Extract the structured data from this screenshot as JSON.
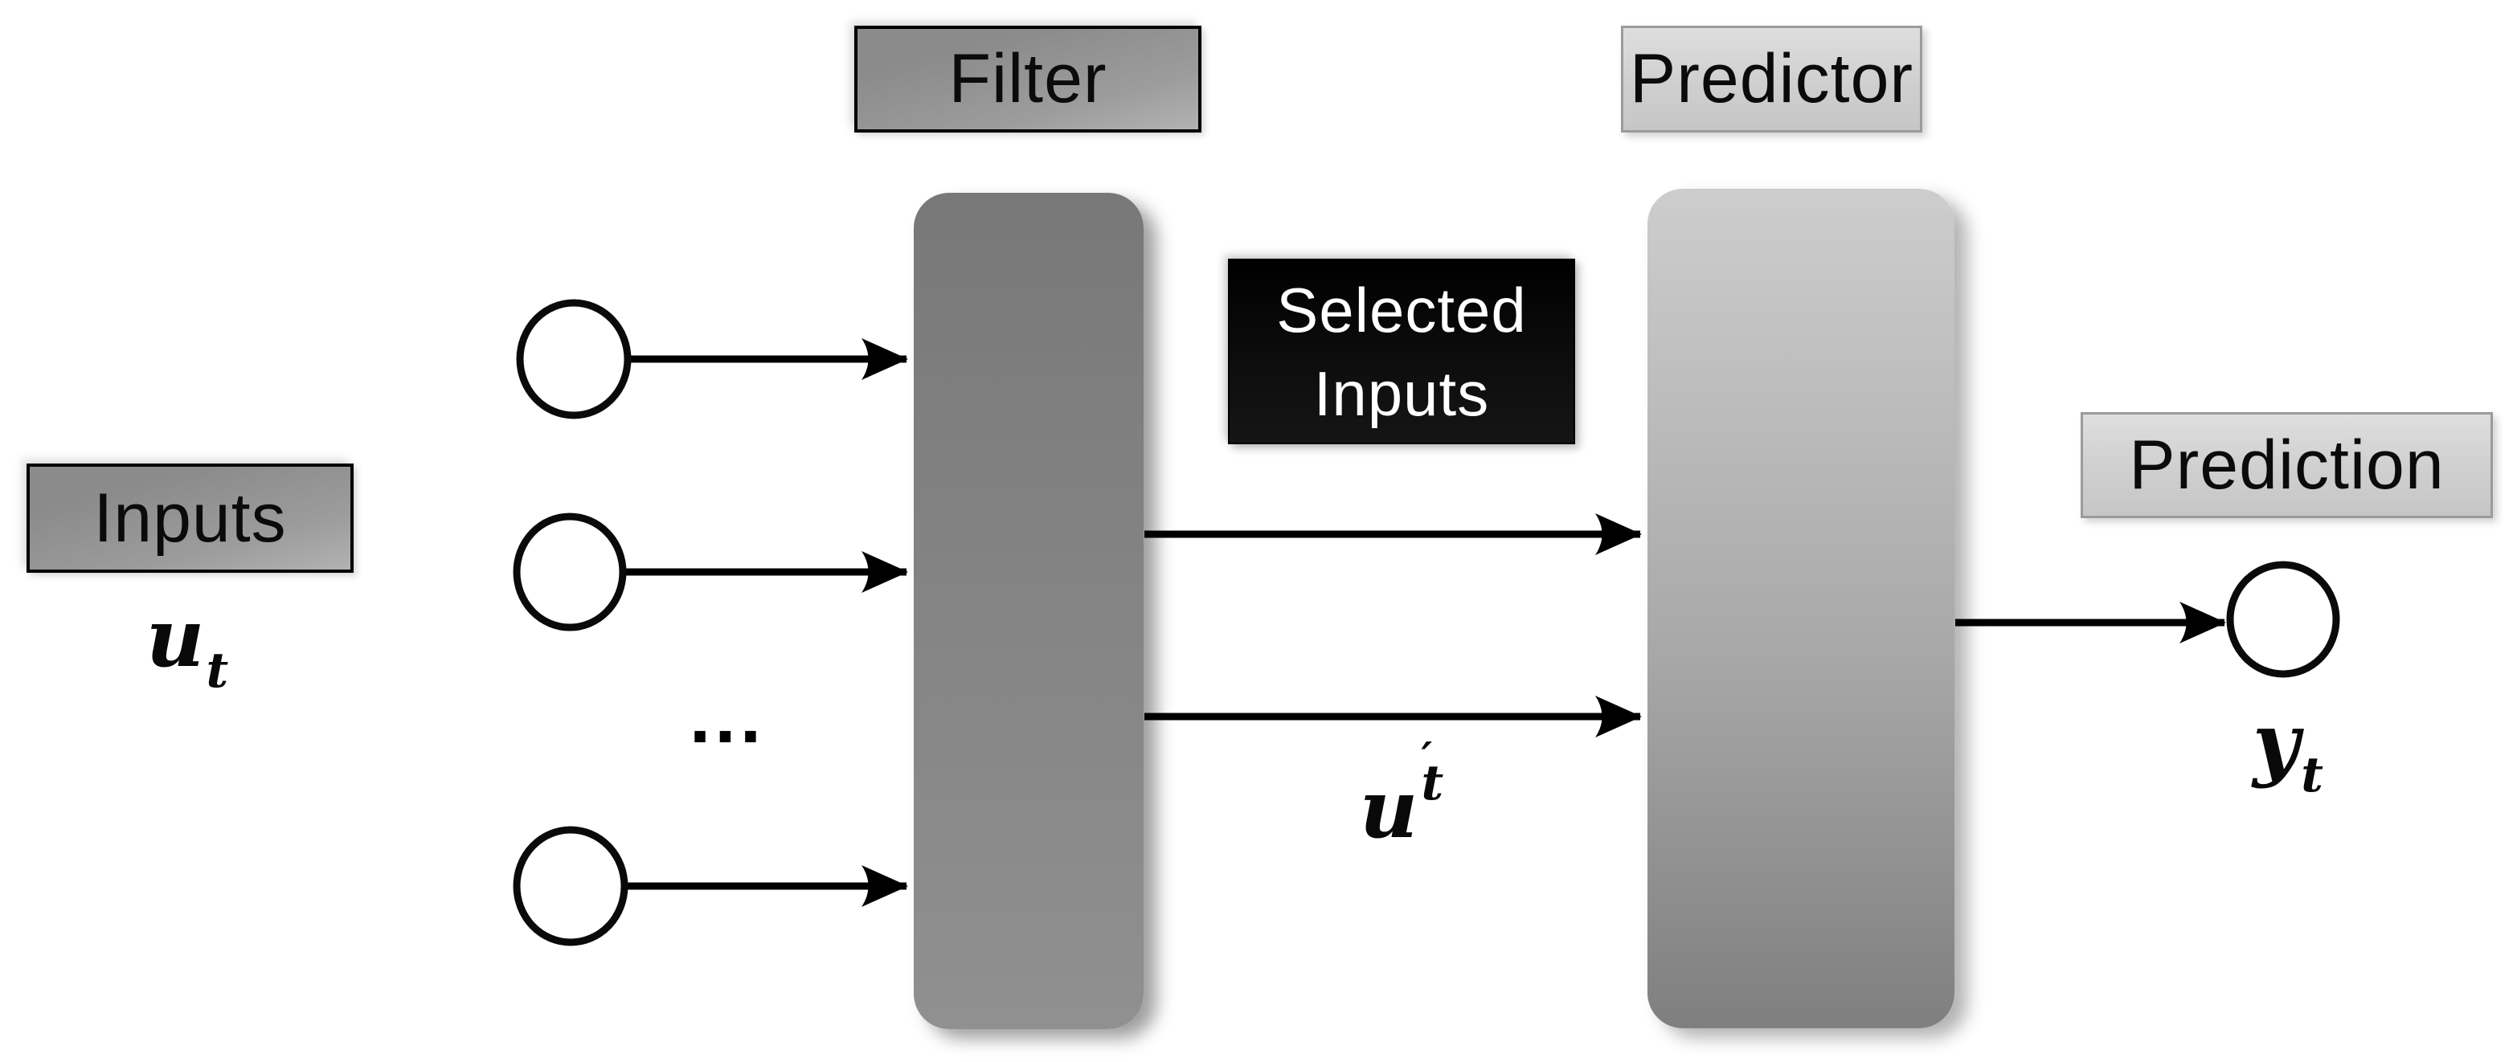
{
  "diagram": {
    "title_implied": "Filter–Predictor input selection pipeline",
    "labels": {
      "inputs": "Inputs",
      "filter": "Filter",
      "selected_line1": "Selected",
      "selected_line2": "Inputs",
      "predictor": "Predictor",
      "prediction": "Prediction",
      "ellipsis": "..."
    },
    "math": {
      "input_vector": {
        "base": "u",
        "sub": "t"
      },
      "selected_vector": {
        "base": "u",
        "prime": "′",
        "sub": "t"
      },
      "output_vector": {
        "base": "y",
        "sub": "t"
      }
    },
    "colors": {
      "background": "#ffffff",
      "dark_label_box": "#8f8f8f",
      "light_label_box": "#d2d2d2",
      "filter_block_top": "#787878",
      "filter_block_bottom": "#909090",
      "predictor_block_top": "#cdcdcd",
      "predictor_block_bottom": "#7f7f7f",
      "selected_box_bg": "#050505",
      "selected_box_text": "#ffffff",
      "line_stroke": "#000000"
    },
    "nodes": {
      "input_circle_count": 3,
      "output_circle_count": 1
    }
  }
}
